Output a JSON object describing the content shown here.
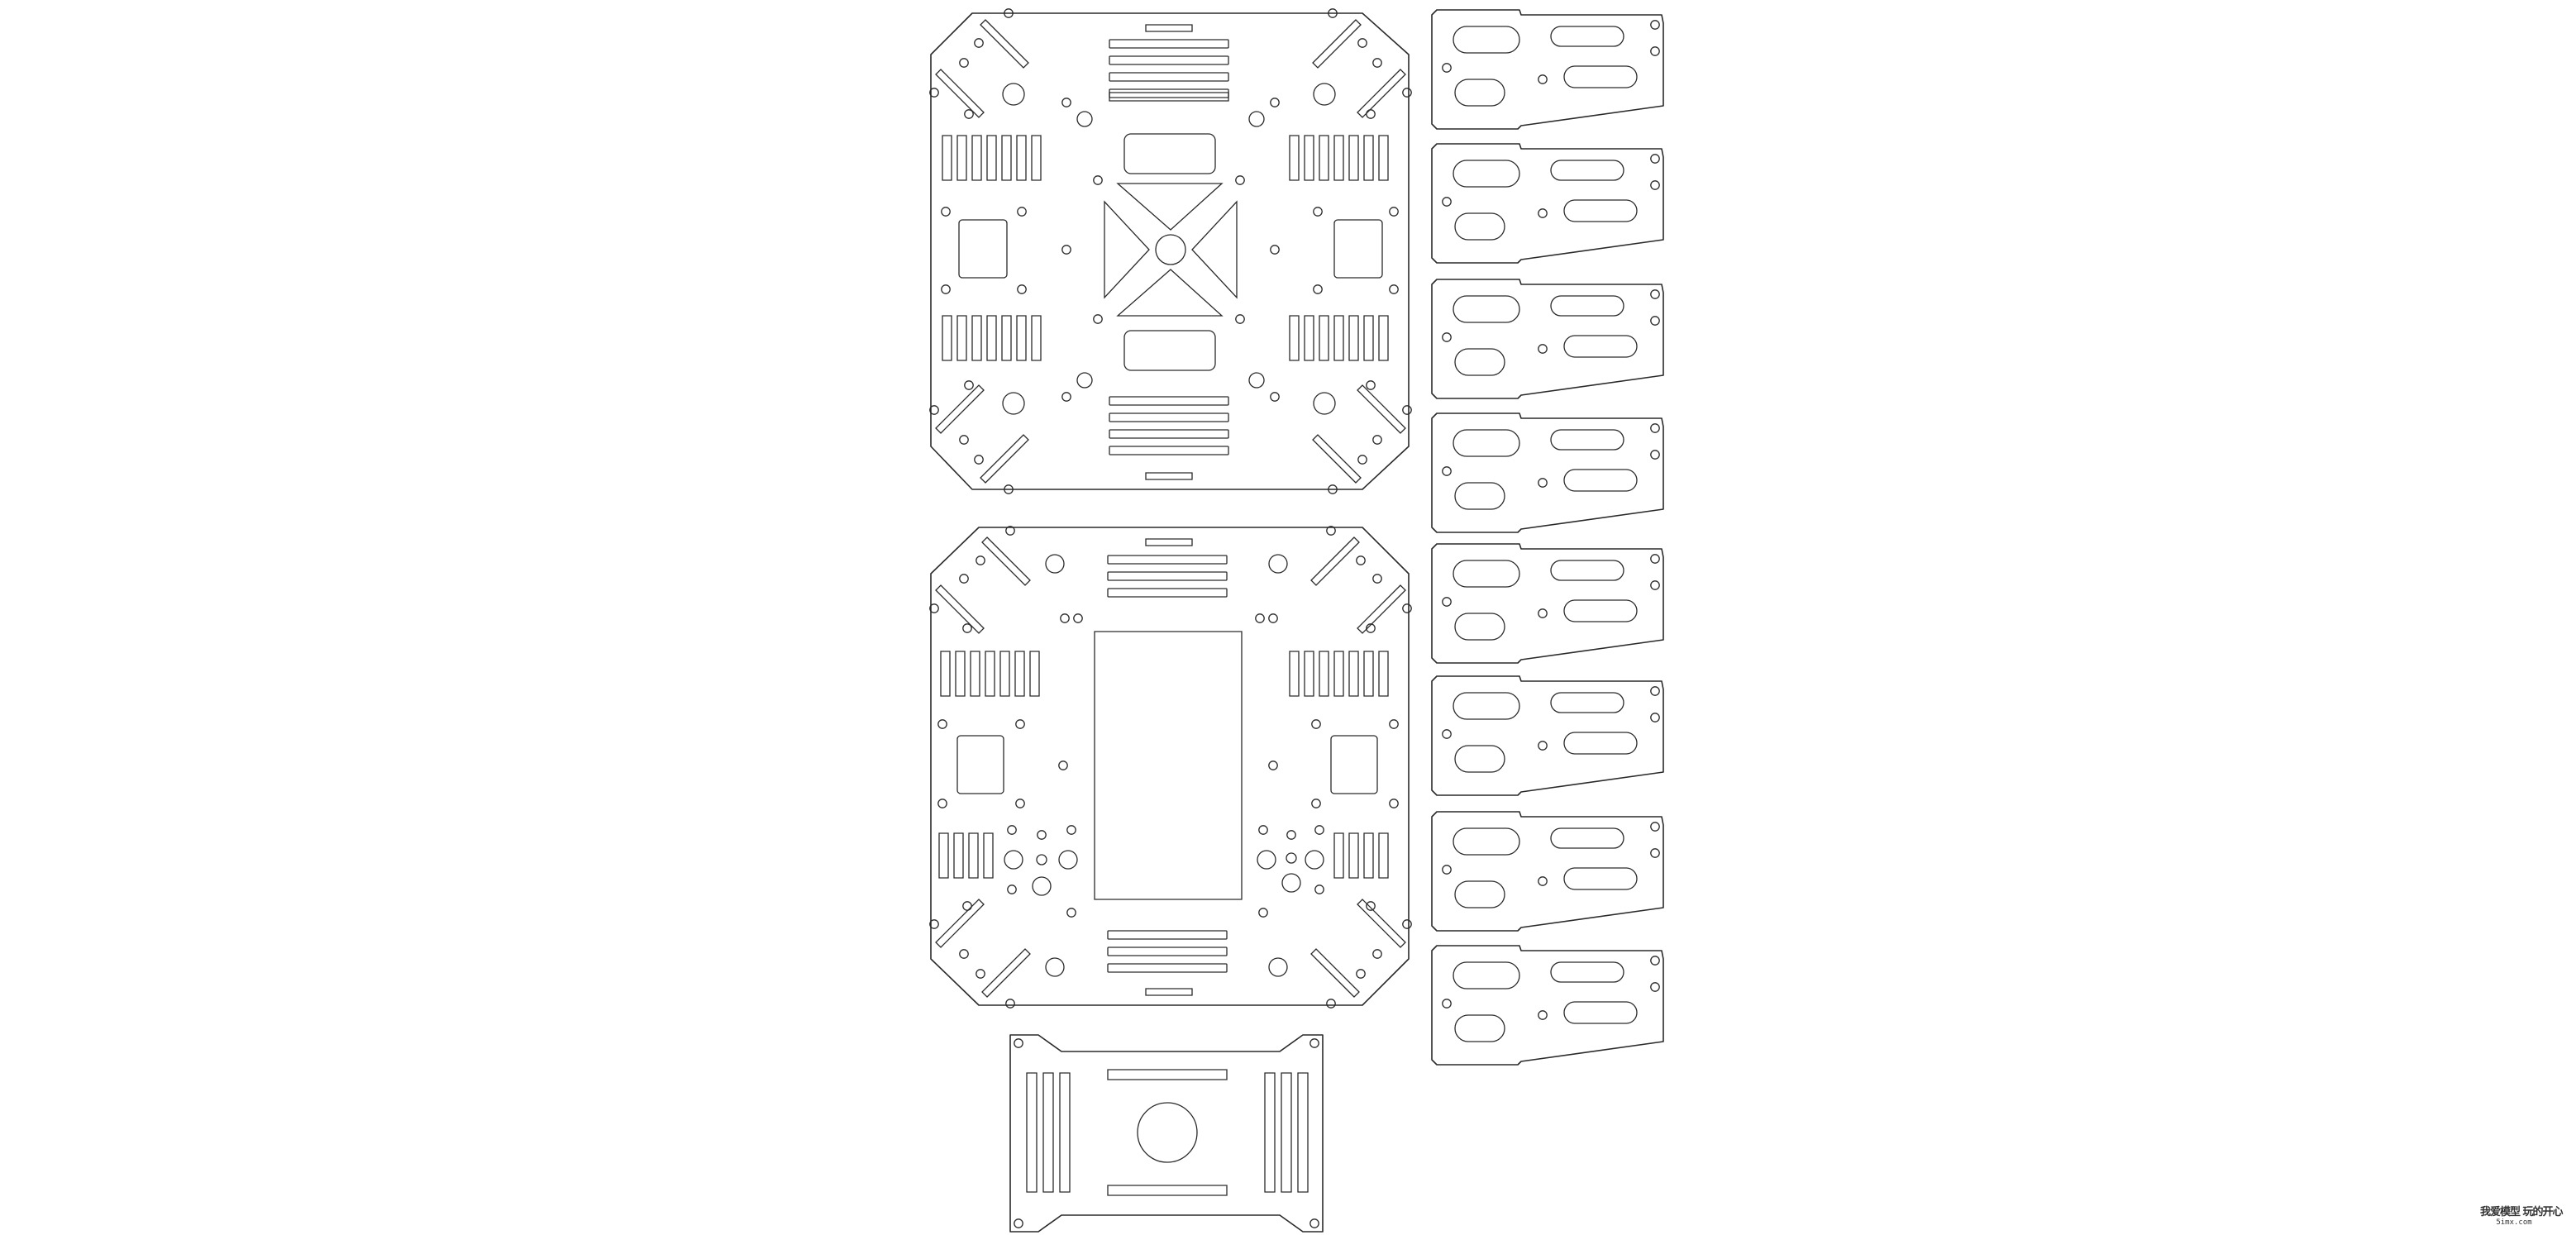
{
  "drawing": {
    "type": "frame-parts-cut-layout",
    "stroke_color": "#2a2a2a",
    "background_color": "#ffffff",
    "parts": {
      "top_plate": {
        "shape": "square plate with chamfered corners",
        "count": 1
      },
      "bottom_plate": {
        "shape": "square plate with large rectangular center window",
        "count": 1
      },
      "battery_plate": {
        "shape": "rectangular plate with center hole and slot groups",
        "count": 1
      },
      "side_bracket": {
        "shape": "tapered bracket with oval slots",
        "count": 8
      }
    }
  },
  "watermark": {
    "logo_text": "我爱模型 玩的开心",
    "url_text": "5imx.com"
  }
}
